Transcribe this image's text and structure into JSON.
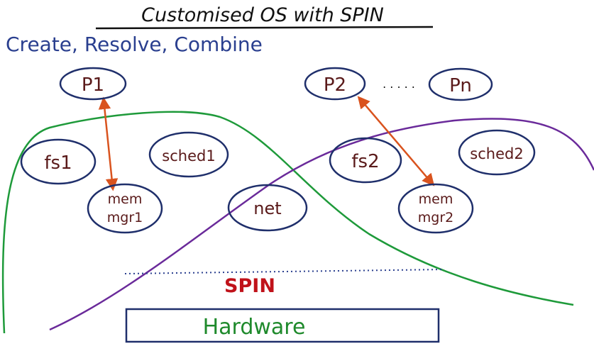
{
  "title": "Customised OS with SPIN",
  "subtitle": "Create, Resolve, Combine",
  "nodes": {
    "p1": "P1",
    "p2": "P2",
    "ellipsis": ". . . . .",
    "pn": "Pn",
    "fs1": "fs1",
    "sched1": "sched1",
    "mem1_line1": "mem",
    "mem1_line2": "mgr1",
    "net": "net",
    "fs2": "fs2",
    "sched2": "sched2",
    "mem2_line1": "mem",
    "mem2_line2": "mgr2"
  },
  "spin_label": "SPIN",
  "hardware_label": "Hardware",
  "colors": {
    "ink": "#1f2f6b",
    "node_text": "#5a1a1a",
    "title": "#111111",
    "subtitle": "#2a3f8f",
    "arrow": "#d9531e",
    "curve_left": "#1e9a3a",
    "curve_right": "#6a2a9a",
    "spin": "#c0121a",
    "hardware_text": "#1f8a2c",
    "dotted": "#2a3f8f"
  }
}
